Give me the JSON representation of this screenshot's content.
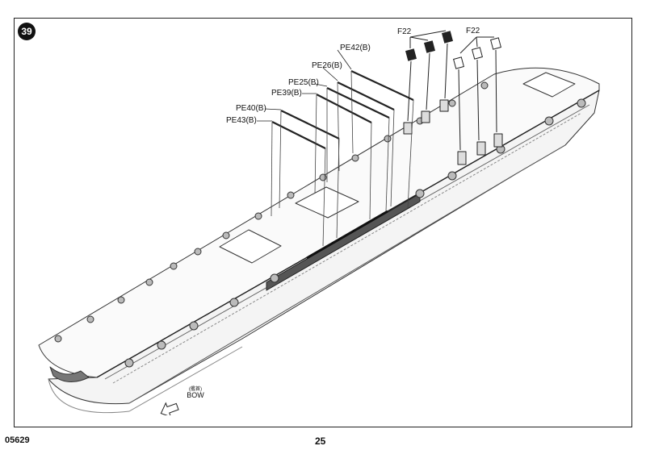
{
  "step": {
    "number": "39"
  },
  "labels": {
    "f22_left": "F22",
    "f22_right": "F22",
    "pe42": "PE42(B)",
    "pe26": "PE26(B)",
    "pe25": "PE25(B)",
    "pe39": "PE39(B)",
    "pe40": "PE40(B)",
    "pe43": "PE43(B)"
  },
  "bow": {
    "cn": "(艦首)",
    "en": "BOW"
  },
  "footer": {
    "code": "05629",
    "page": "25"
  }
}
